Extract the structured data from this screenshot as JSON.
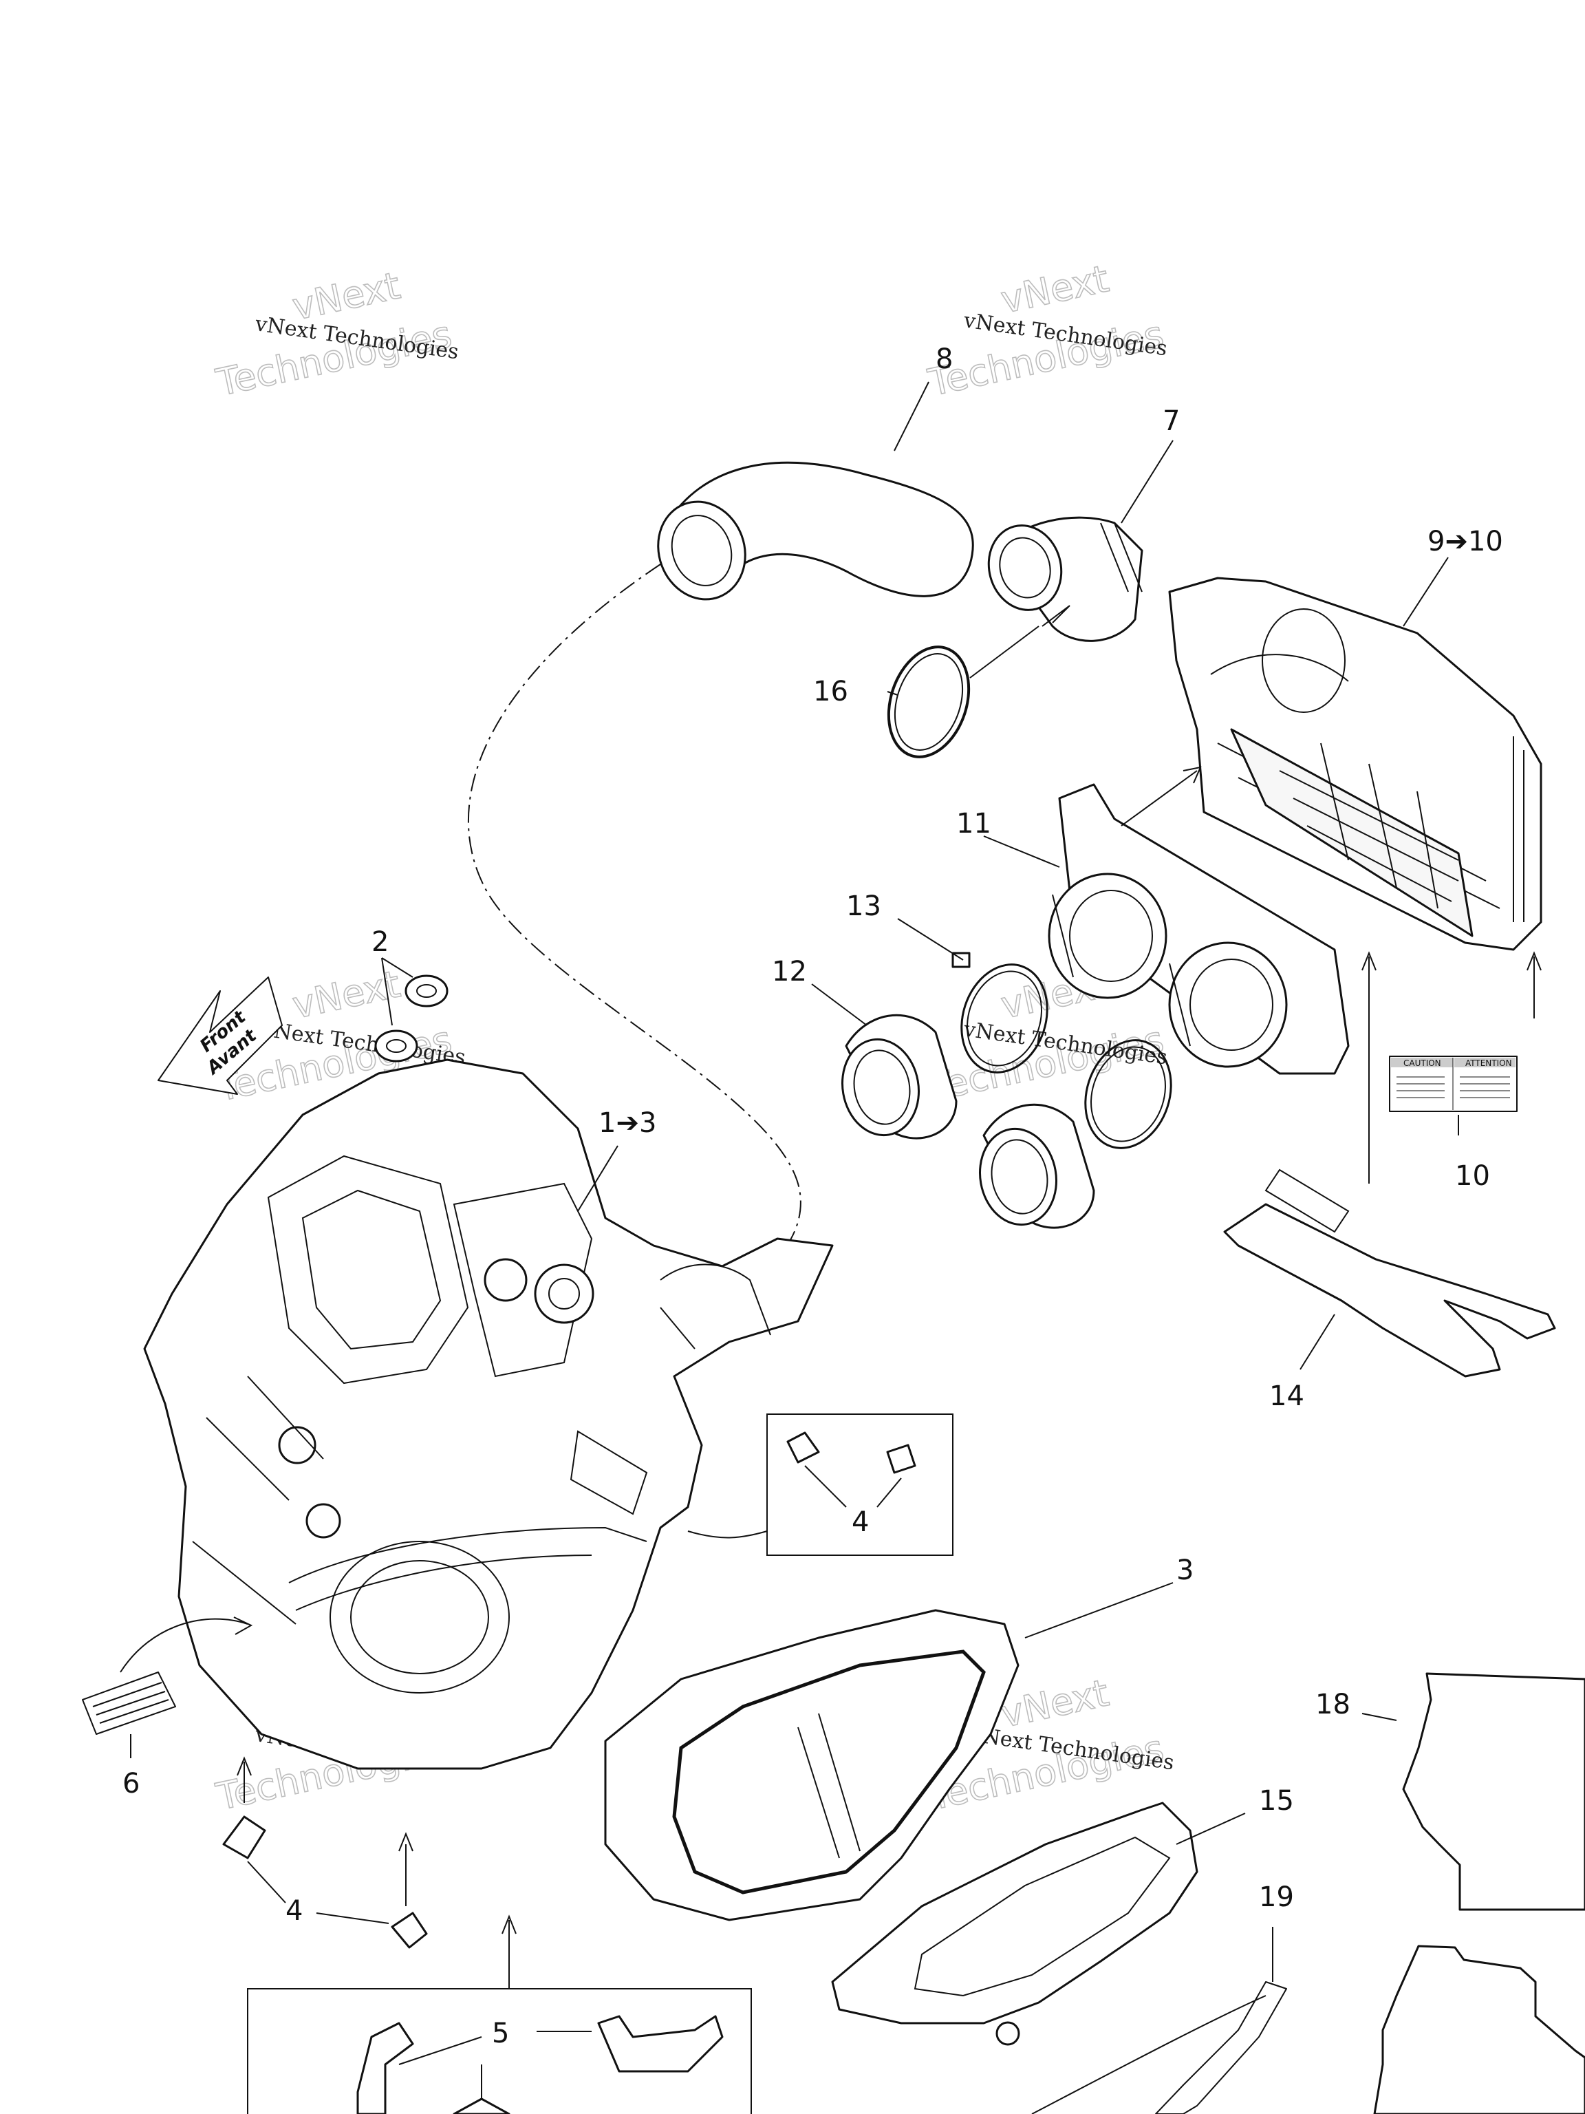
{
  "watermark": {
    "line1": "vNext Technologies",
    "outline_top": "vNext",
    "outline_bottom": "Technologies"
  },
  "front_arrow": {
    "line1": "Front",
    "line2": "Avant"
  },
  "decal": {
    "caution": "CAUTION",
    "attention": "ATTENTION"
  },
  "callouts": [
    {
      "id": "8",
      "label": "8"
    },
    {
      "id": "7",
      "label": "7"
    },
    {
      "id": "9-10",
      "label": "9➔10"
    },
    {
      "id": "16",
      "label": "16"
    },
    {
      "id": "11",
      "label": "11"
    },
    {
      "id": "13",
      "label": "13"
    },
    {
      "id": "12",
      "label": "12"
    },
    {
      "id": "2",
      "label": "2"
    },
    {
      "id": "1-3",
      "label": "1➔3"
    },
    {
      "id": "10",
      "label": "10"
    },
    {
      "id": "14",
      "label": "14"
    },
    {
      "id": "4a",
      "label": "4"
    },
    {
      "id": "3",
      "label": "3"
    },
    {
      "id": "18",
      "label": "18"
    },
    {
      "id": "6",
      "label": "6"
    },
    {
      "id": "15",
      "label": "15"
    },
    {
      "id": "4b",
      "label": "4"
    },
    {
      "id": "19",
      "label": "19"
    },
    {
      "id": "5",
      "label": "5"
    }
  ]
}
